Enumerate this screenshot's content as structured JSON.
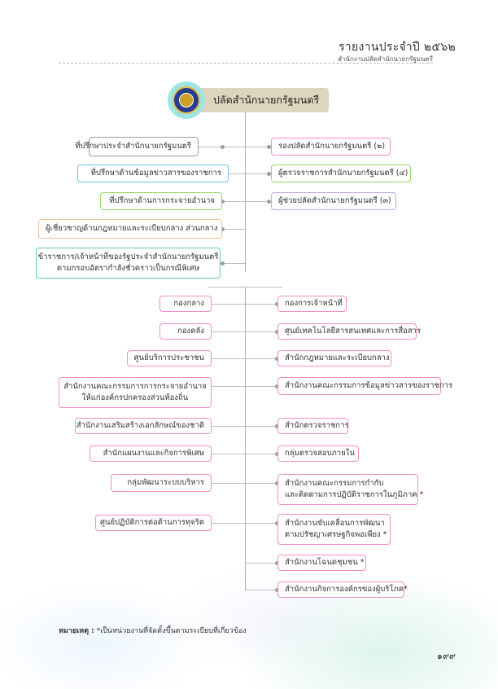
{
  "header": {
    "title": "รายงานประจำปี ๒๕๖๒",
    "subtitle": "สำนักงานปลัดสำนักนายกรัฐมนตรี"
  },
  "top": {
    "title": "ปลัดสำนักนายกรัฐมนตรี",
    "emblem_icon": "government-seal"
  },
  "advisors_left": [
    "ที่ปรึกษาประจำสำนักนายกรัฐมนตรี",
    "ที่ปรึกษาด้านข้อมูลข่าวสารของราชการ",
    "ที่ปรึกษาด้านการกระจายอำนาจ",
    "ผู้เชี่ยวชาญด้านกฎหมายและระเบียบกลาง ส่วนกลาง",
    [
      "ข้าราชการ/เจ้าหน้าที่ของรัฐประจำสำนักนายกรัฐมนตรี",
      "ตามกรอบอัตรากำลังชั่วคราวเป็นกรณีพิเศษ"
    ]
  ],
  "executives_right": [
    "รองปลัดสำนักนายกรัฐมนตรี (๒)",
    "ผู้ตรวจราชการสำนักนายกรัฐมนตรี (๔)",
    "ผู้ช่วยปลัดสำนักนายกรัฐมนตรี (๓)"
  ],
  "units_left": [
    "กองกลาง",
    "กองคลัง",
    "ศูนย์บริการประชาชน",
    [
      "สำนักงานคณะกรรมการการกระจายอำนาจ",
      "ให้แก่องค์กรปกครองส่วนท้องถิ่น"
    ],
    "สำนักงานเสริมสร้างเอกลักษณ์ของชาติ",
    "สำนักแผนงานและกิจการพิเศษ",
    "กลุ่มพัฒนาระบบบริหาร",
    "ศูนย์ปฏิบัติการต่อต้านการทุจริต"
  ],
  "units_right": [
    "กองการเจ้าหน้าที่",
    "ศูนย์เทคโนโลยีสารสนเทศและการสื่อสาร",
    "สำนักกฎหมายและระเบียบกลาง",
    "สำนักงานคณะกรรมการข้อมูลข่าวสารของราชการ",
    "สำนักตรวจราชการ",
    "กลุ่มตรวจสอบภายใน",
    [
      "สำนักงานคณะกรรมการกำกับ",
      "และติดตามการปฏิบัติราชการในภูมิภาค *"
    ],
    [
      "สำนักงานขับเคลื่อนการพัฒนา",
      "ตามปรัชญาเศรษฐกิจพอเพียง *"
    ],
    "สำนักงานโฉนดชุมชน *",
    "สำนักงานกิจการองค์กรของผู้บริโภค*"
  ],
  "note": {
    "label": "หมายเหตุ :",
    "text": " *เป็นหน่วยงานที่จัดตั้งขึ้นตามระเบียบที่เกี่ยวข้อง"
  },
  "page_number": "๑๙๙",
  "colors": {
    "gray": "#9e9e9e",
    "blue": "#74bfe6",
    "green": "#98d66a",
    "purple": "#c4a8e3",
    "orange": "#edc199",
    "teal": "#64c7b9",
    "pink": "#f18ec9",
    "banner": "#ddd5bd"
  }
}
